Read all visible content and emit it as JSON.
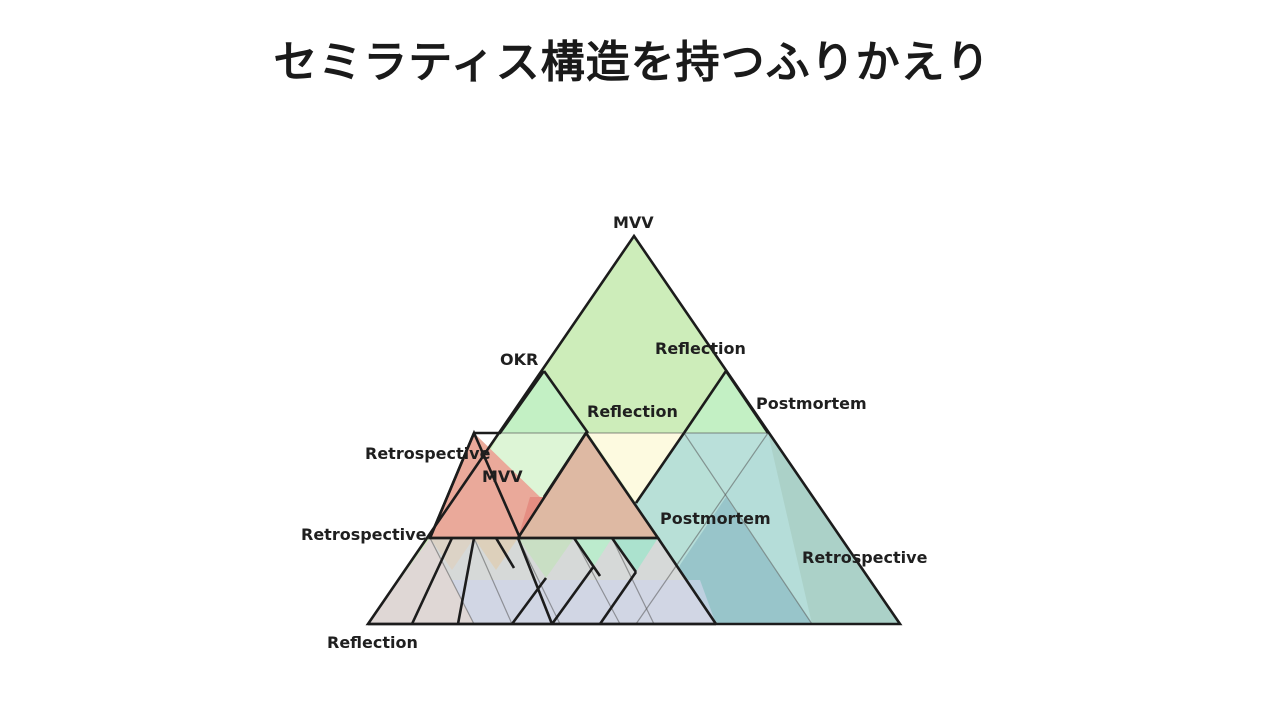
{
  "title": "セミラティス構造を持つふりかえり",
  "labels": {
    "top_mvv": "MVV",
    "okr": "OKR",
    "reflection_upper": "Reflection",
    "reflection_mid": "Reflection",
    "postmortem_right": "Postmortem",
    "retrospective_upper_left": "Retrospective",
    "mvv_inner": "MVV",
    "retrospective_left": "Retrospective",
    "postmortem_inner": "Postmortem",
    "retrospective_right": "Retrospective",
    "reflection_bottom": "Reflection"
  },
  "colors": {
    "green_large": "#cdedba",
    "green_small": "#c2f0c4",
    "green_pale": "#ddf5d6",
    "cream": "#fdfae0",
    "red": "#eaa99a",
    "tan": "#deb9a3",
    "teal": "#b6deda",
    "teal_dark": "#95c2c8",
    "teal_right": "#a9d0c8",
    "grey_band": "#d4d8d6",
    "lavender": "#cfd4ea"
  }
}
